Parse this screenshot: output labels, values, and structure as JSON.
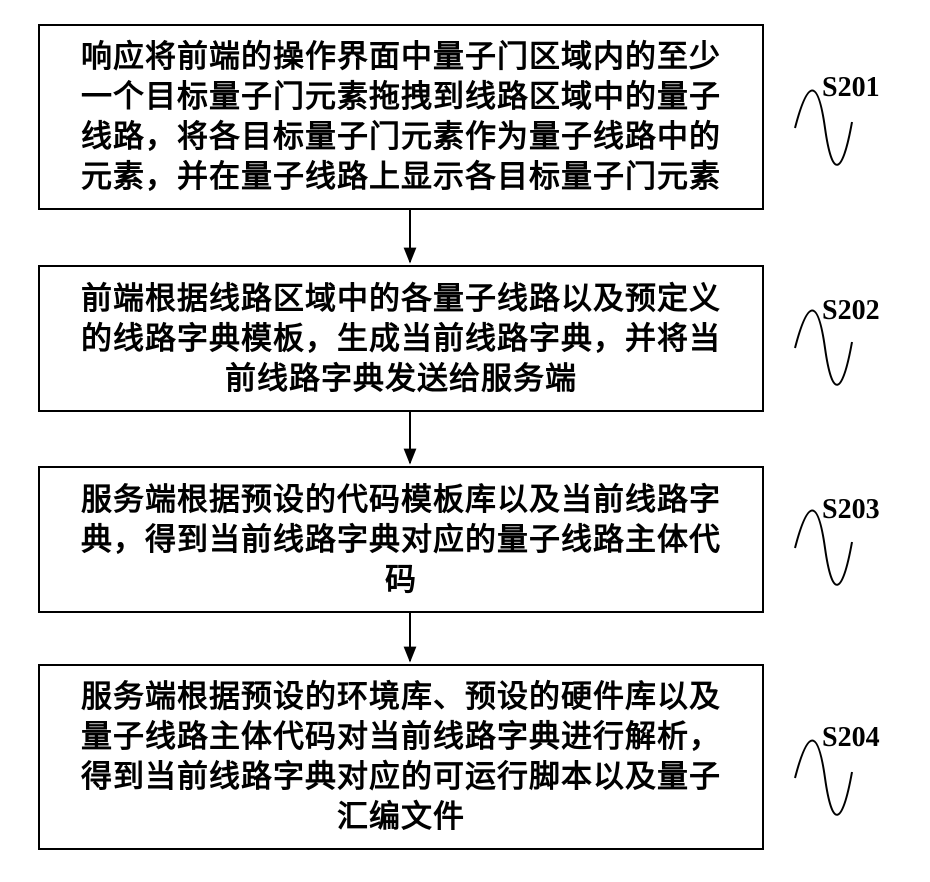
{
  "flowchart": {
    "steps": [
      {
        "id": "S201",
        "text": "响应将前端的操作界面中量子门区域内的至少\n一个目标量子门元素拖拽到线路区域中的量子\n线路，将各目标量子门元素作为量子线路中的\n元素，并在量子线路上显示各目标量子门元素"
      },
      {
        "id": "S202",
        "text": "前端根据线路区域中的各量子线路以及预定义\n的线路字典模板，生成当前线路字典，并将当\n前线路字典发送给服务端"
      },
      {
        "id": "S203",
        "text": "服务端根据预设的代码模板库以及当前线路字\n典，得到当前线路字典对应的量子线路主体代\n码"
      },
      {
        "id": "S204",
        "text": "服务端根据预设的环境库、预设的硬件库以及\n量子线路主体代码对当前线路字典进行解析，\n得到当前线路字典对应的可运行脚本以及量子\n汇编文件"
      }
    ]
  }
}
